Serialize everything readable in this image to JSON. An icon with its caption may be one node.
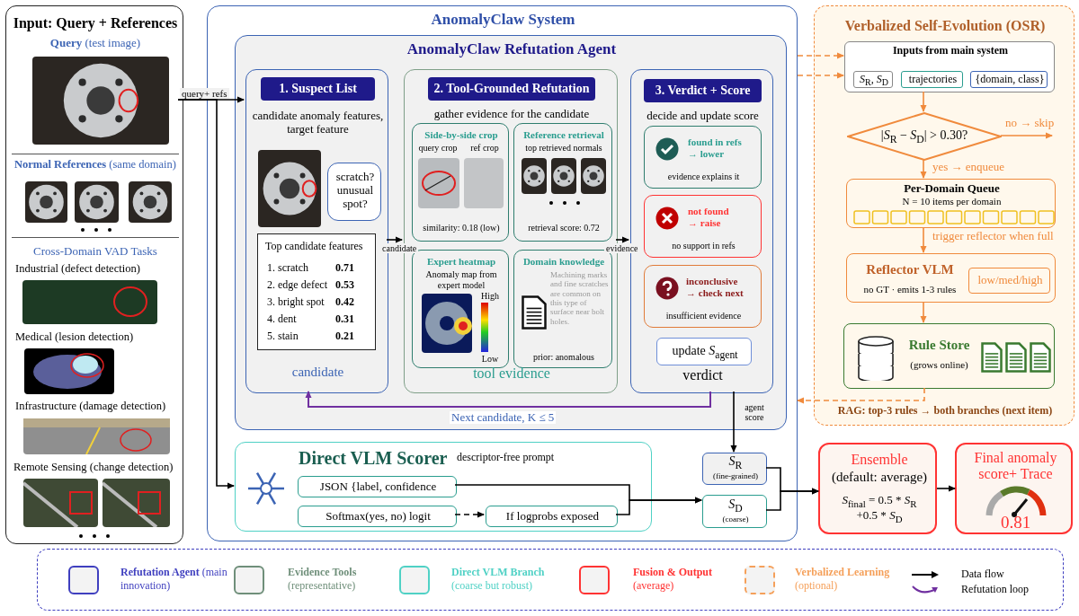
{
  "diagram": {
    "nodes": [
      {
        "text": [
          "Input: Query + References"
        ]
      },
      {
        "text": [
          "**Query** (test image)"
        ],
        "in": 0
      },
      {
        "text": [
          "**Normal References** (same domain)"
        ],
        "in": 0
      },
      {
        "text": [
          "Cross-Domain VAD Tasks",
          "Industrial (defect detection)",
          "Medical (lesion detection)",
          "Infrastructure (damage detection)",
          "Remote Sensing (change detection)"
        ],
        "in": 0
      },
      {
        "text": [
          "AnomalyClaw System"
        ]
      },
      {
        "text": [
          "AnomalyClaw Refutation Agent"
        ],
        "in": 4
      },
      {
        "text": [
          "1. Suspect List",
          "candidate anomaly features, target feature",
          "candidate"
        ],
        "in": 5
      },
      {
        "text": [
          "scratch? unusual spot?"
        ],
        "in": 6
      },
      {
        "text": [
          "Top candidate features",
          "1. scratch",
          "0.71",
          "2. edge defect",
          "0.53",
          "3. bright spot",
          "0.42",
          "4. dent",
          "0.31",
          "5. stain",
          "0.21"
        ],
        "in": 6
      },
      {
        "text": [
          "2. Tool-Grounded Refutation",
          "gather evidence for the candidate",
          "tool evidence"
        ],
        "in": 5
      },
      {
        "text": [
          "Side-by-side crop",
          "query crop",
          "ref crop",
          "similarity: 0.18 (low)"
        ],
        "in": 9
      },
      {
        "text": [
          "Reference retrieval",
          "top retrieved normals",
          "retrieval score: 0.72"
        ],
        "in": 9
      },
      {
        "text": [
          "Expert heatmap",
          "Anomaly map from expert model",
          "High",
          "Low"
        ],
        "in": 9
      },
      {
        "text": [
          "Domain knowledge",
          "Machining marks and fine scratches are common on this type of surface near bolt holes.",
          "prior: anomalous"
        ],
        "in": 9
      },
      {
        "text": [
          "3. Verdict + Score",
          "decide and update score",
          "verdict"
        ],
        "in": 5
      },
      {
        "text": [
          "found in refs → lower",
          "evidence explains it"
        ],
        "in": 14
      },
      {
        "text": [
          "not found → raise",
          "no support in refs"
        ],
        "in": 14
      },
      {
        "text": [
          "inconclusive → check next",
          "insufficient evidence"
        ],
        "in": 14
      },
      {
        "text": [
          "update *S*$_{agent}$"
        ],
        "in": 14
      },
      {
        "text": [
          "Direct VLM Scorer",
          "descriptor-free prompt"
        ],
        "in": 4
      },
      {
        "text": [
          "JSON {label, confidence"
        ],
        "in": 19
      },
      {
        "text": [
          "Softmax(yes, no) logit"
        ],
        "in": 19
      },
      {
        "text": [
          "If logprobs exposed"
        ],
        "in": 19
      },
      {
        "text": [
          "*S*$_{R}$",
          "(fine-grained)"
        ],
        "in": 4
      },
      {
        "text": [
          "*S*$_{D}$",
          "(coarse)"
        ],
        "in": 4
      },
      {
        "text": [
          "Ensemble",
          "(default: average)",
          "*S*$_{final}$ = 0.5 * *S*$_{R}$ +0.5 * *S*$_{D}$"
        ]
      },
      {
        "text": [
          "Final anomaly score+ Trace",
          "0.81"
        ]
      },
      {
        "text": [
          "Verbalized Self-Evolution (OSR)",
          "RAG: top-3 rules → both branches (next item)"
        ]
      },
      {
        "text": [
          "Inputs from main system"
        ],
        "in": 27
      },
      {
        "text": [
          "*S*$_{R}$, *S*$_{D}$"
        ],
        "in": 28
      },
      {
        "text": [
          "trajectories"
        ],
        "in": 28
      },
      {
        "text": [
          "{domain, class}"
        ],
        "in": 28
      },
      {
        "text": [
          "|*S*$_{R}$ − *S*$_{D}$| > 0.30?"
        ],
        "in": 27
      },
      {
        "text": [
          "Per-Domain Queue",
          "N = 10 items per domain"
        ],
        "in": 27
      },
      {
        "text": [
          "Reflector VLM",
          "no GT · emits 1-3 rules"
        ],
        "in": 27
      },
      {
        "text": [
          "low/med/high"
        ],
        "in": 34
      },
      {
        "text": [
          "Rule Store",
          "(grows online)"
        ],
        "in": 27
      }
    ],
    "edges": [
      {
        "from": 1,
        "to": 6,
        "arrow": "to",
        "label": "query+ refs"
      },
      {
        "from": 1,
        "to": 19,
        "arrow": "to"
      },
      {
        "from": 6,
        "to": 9,
        "arrow": "to",
        "label": "candidate"
      },
      {
        "from": 9,
        "to": 14,
        "arrow": "to",
        "label": "evidence"
      },
      {
        "from": 14,
        "to": 6,
        "arrow": "to",
        "label": "Next candidate, K ≤ 5",
        "color": "#7030a0"
      },
      {
        "from": 14,
        "to": 23,
        "arrow": "to",
        "label": "agent score"
      },
      {
        "from": 20,
        "to": 24,
        "arrow": "to"
      },
      {
        "from": 21,
        "to": 22,
        "arrow": "to",
        "style": "dashed"
      },
      {
        "from": 22,
        "to": 24,
        "arrow": "to"
      },
      {
        "from": 23,
        "to": 25,
        "arrow": "to"
      },
      {
        "from": 24,
        "to": 25,
        "arrow": "to"
      },
      {
        "from": 25,
        "to": 26,
        "arrow": "to"
      },
      {
        "from": 4,
        "to": 28,
        "arrow": "to",
        "style": "dashed",
        "color": "#f08a3c"
      },
      {
        "from": 4,
        "to": 28,
        "arrow": "to",
        "style": "dashed",
        "color": "#f08a3c"
      },
      {
        "from": 28,
        "to": 32,
        "arrow": "to",
        "color": "#f08a3c"
      },
      {
        "from": 32,
        "to": null,
        "arrow": "to",
        "label": "no → skip",
        "color": "#f08a3c"
      },
      {
        "from": 32,
        "to": 33,
        "arrow": "to",
        "label": "yes → enqueue",
        "color": "#f08a3c"
      },
      {
        "from": 33,
        "to": 34,
        "arrow": "to",
        "label": "trigger reflector when full",
        "color": "#f08a3c"
      },
      {
        "from": 34,
        "to": 36,
        "arrow": "to",
        "color": "#f08a3c"
      },
      {
        "from": 36,
        "to": 4,
        "arrow": "to",
        "style": "dashed",
        "color": "#f08a3c"
      }
    ],
    "legend": [
      {
        "text": "**Refutation Agent** (main innovation)",
        "color": "#3f3fbf"
      },
      {
        "text": "**Evidence Tools** (representative)",
        "color": "#6f8f7a"
      },
      {
        "text": "**Direct VLM Branch** (coarse but robust)",
        "color": "#4fd1c5"
      },
      {
        "text": "**Fusion & Output** (average)",
        "color": "#ff3333"
      },
      {
        "text": "**Verbalized Learning** (optional)",
        "color": "#f5a05a"
      },
      {
        "text": "Data flow"
      },
      {
        "text": "Refutation loop"
      }
    ]
  }
}
